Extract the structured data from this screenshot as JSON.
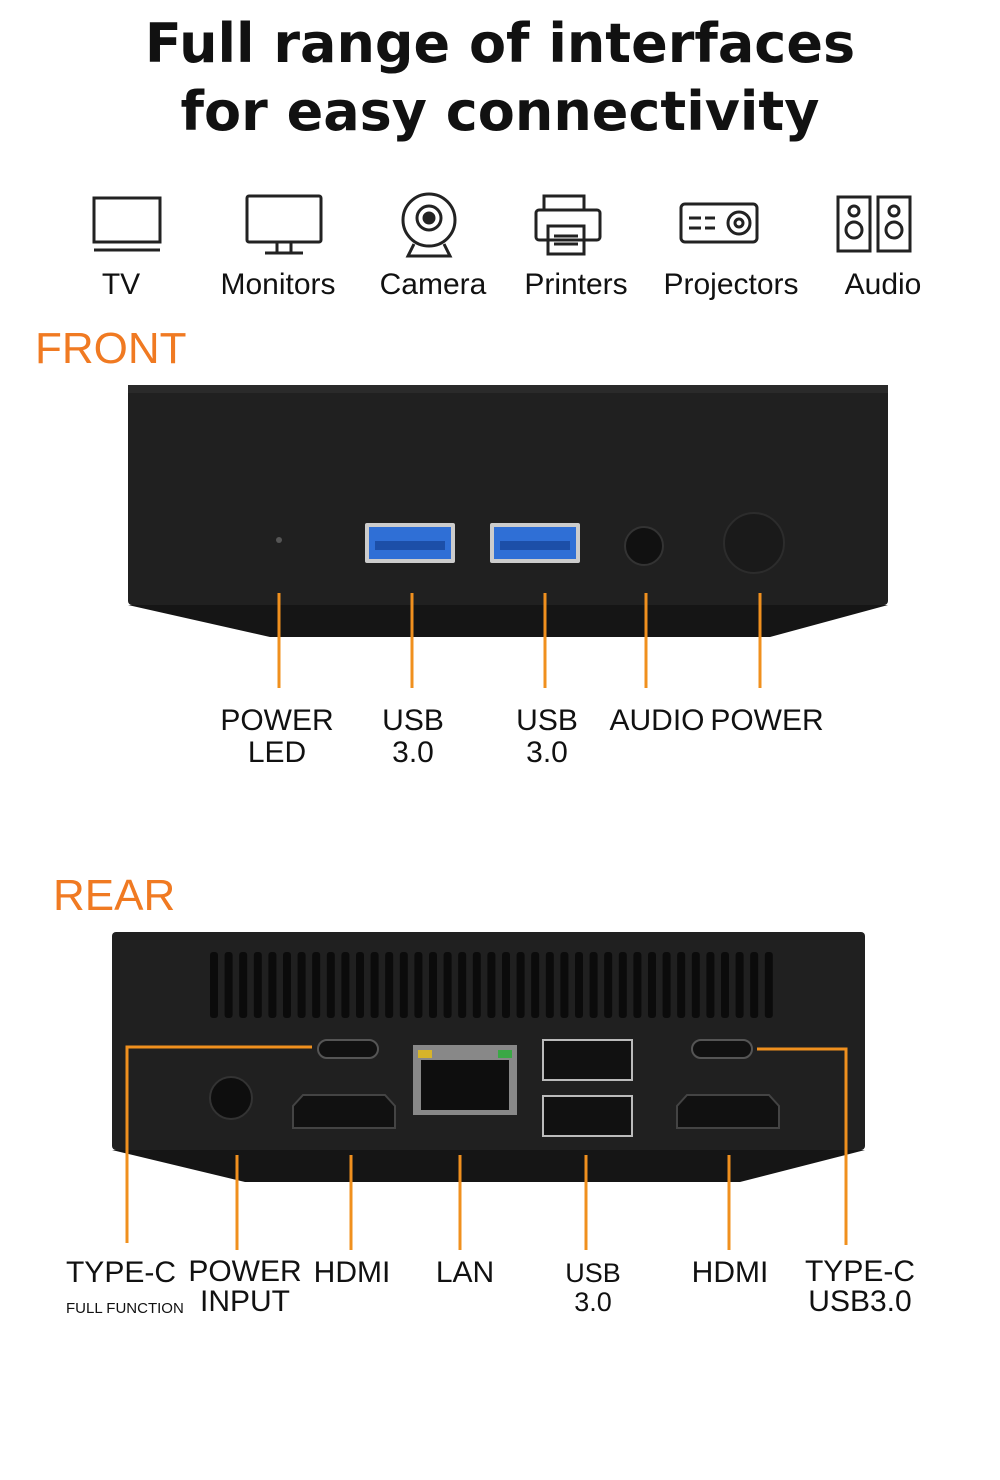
{
  "title": {
    "line1": "Full range of interfaces",
    "line2": "for easy connectivity"
  },
  "devices": [
    {
      "icon": "tv-icon",
      "label": "TV"
    },
    {
      "icon": "monitor-icon",
      "label": "Monitors"
    },
    {
      "icon": "camera-icon",
      "label": "Camera"
    },
    {
      "icon": "printer-icon",
      "label": "Printers"
    },
    {
      "icon": "projector-icon",
      "label": "Projectors"
    },
    {
      "icon": "speakers-icon",
      "label": "Audio"
    }
  ],
  "front": {
    "heading": "FRONT",
    "ports": [
      {
        "line1": "POWER",
        "line2": "LED"
      },
      {
        "line1": "USB",
        "line2": "3.0"
      },
      {
        "line1": "USB",
        "line2": "3.0"
      },
      {
        "line1": "AUDIO",
        "line2": ""
      },
      {
        "line1": "POWER",
        "line2": ""
      }
    ]
  },
  "rear": {
    "heading": "REAR",
    "ports": [
      {
        "line1": "TYPE-C",
        "line2": "FULL FUNCTION"
      },
      {
        "line1": "POWER",
        "line2": "INPUT"
      },
      {
        "line1": "HDMI",
        "line2": ""
      },
      {
        "line1": "LAN",
        "line2": ""
      },
      {
        "line1": "USB",
        "line2": "3.0"
      },
      {
        "line1": "HDMI",
        "line2": ""
      },
      {
        "line1": "TYPE-C",
        "line2": "USB3.0"
      }
    ]
  },
  "colors": {
    "accent": "#f07a22",
    "leader": "#f0901e",
    "device": "#1e1e1e",
    "usb_blue": "#2f6fd6"
  }
}
